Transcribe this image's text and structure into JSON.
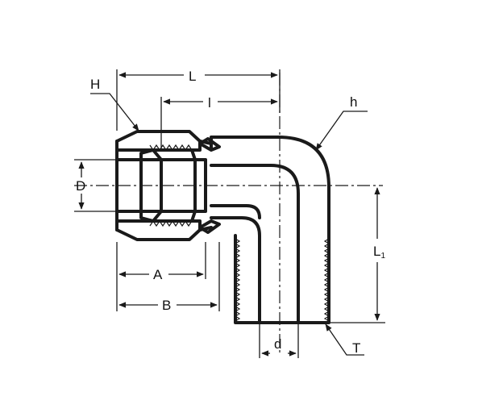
{
  "labels": {
    "H": "H",
    "L": "L",
    "l": "l",
    "h": "h",
    "D": "D",
    "L1_main": "L",
    "L1_sub": "1",
    "A": "A",
    "B": "B",
    "d": "d",
    "T": "T"
  }
}
